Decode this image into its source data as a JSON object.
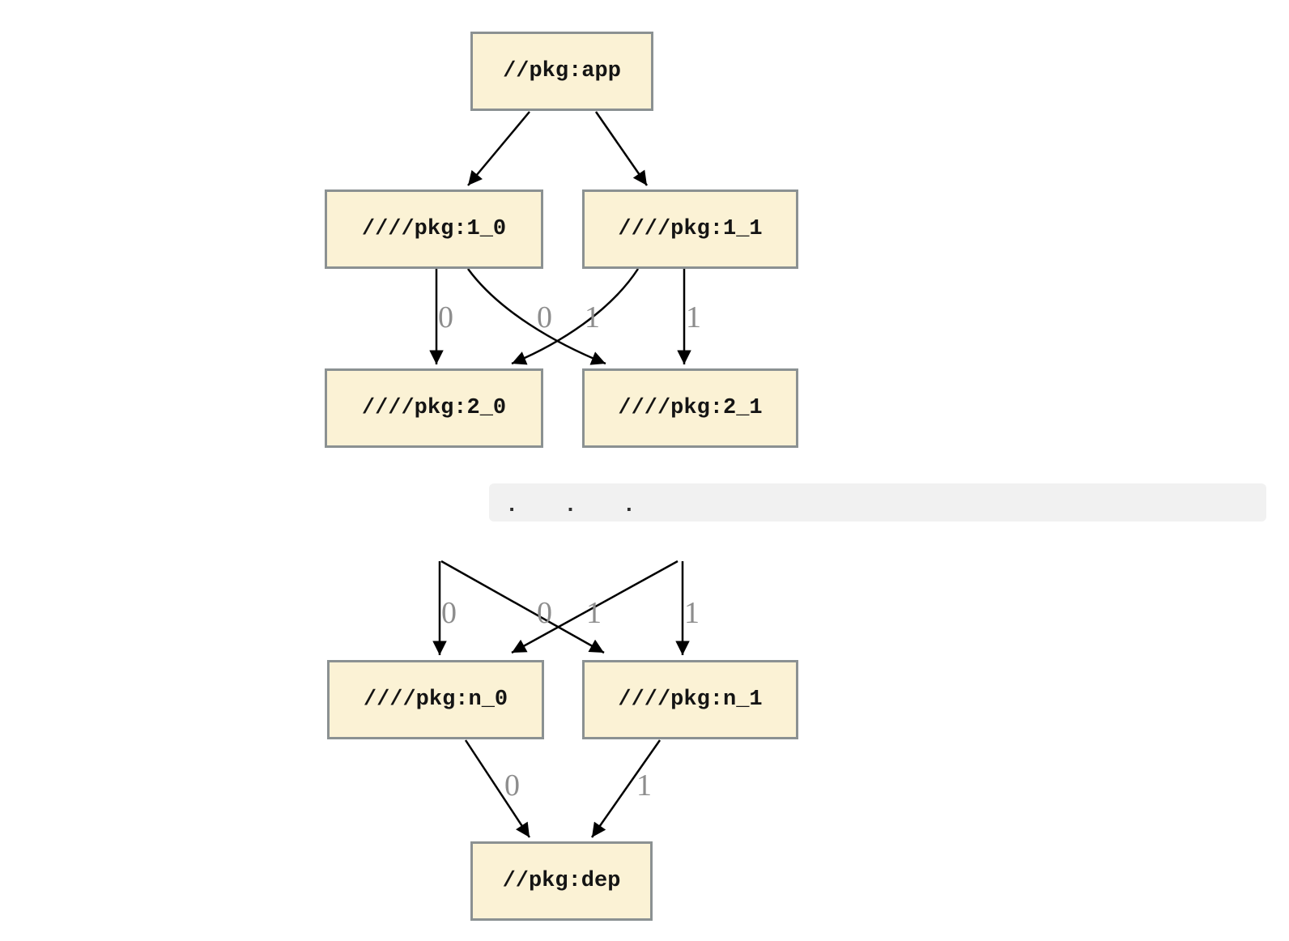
{
  "page": {
    "background": "#ffffff"
  },
  "colors": {
    "node_fill": "#FBF2D5",
    "node_border": "#8B9192",
    "node_text": "#141414",
    "edge_stroke": "#000000",
    "edge_label_text": "#8D8D8D",
    "ellipsis_band_bg": "#F1F1F1",
    "ellipsis_text": "#2F2F2F"
  },
  "diagram": {
    "type": "dependency-graph",
    "nodes": {
      "app": {
        "label": "//pkg:app"
      },
      "l1_0": {
        "label": "////pkg:1_0"
      },
      "l1_1": {
        "label": "////pkg:1_1"
      },
      "l2_0": {
        "label": "////pkg:2_0"
      },
      "l2_1": {
        "label": "////pkg:2_1"
      },
      "ln_0": {
        "label": "////pkg:n_0"
      },
      "ln_1": {
        "label": "////pkg:n_1"
      },
      "dep": {
        "label": "//pkg:dep"
      }
    },
    "ellipsis": ". . .",
    "edges": [
      {
        "from": "//pkg:app",
        "to": "////pkg:1_0",
        "label": ""
      },
      {
        "from": "//pkg:app",
        "to": "////pkg:1_1",
        "label": ""
      },
      {
        "from": "////pkg:1_0",
        "to": "////pkg:2_0",
        "label": "0"
      },
      {
        "from": "////pkg:1_0",
        "to": "////pkg:2_1",
        "label": "0"
      },
      {
        "from": "////pkg:1_1",
        "to": "////pkg:2_0",
        "label": "1"
      },
      {
        "from": "////pkg:1_1",
        "to": "////pkg:2_1",
        "label": "1"
      },
      {
        "from": "...",
        "to": "////pkg:n_0",
        "label": "0"
      },
      {
        "from": "...",
        "to": "////pkg:n_1",
        "label": "0"
      },
      {
        "from": "...",
        "to": "////pkg:n_0",
        "label": "1"
      },
      {
        "from": "...",
        "to": "////pkg:n_1",
        "label": "1"
      },
      {
        "from": "////pkg:n_0",
        "to": "//pkg:dep",
        "label": "0"
      },
      {
        "from": "////pkg:n_1",
        "to": "//pkg:dep",
        "label": "1"
      }
    ]
  }
}
